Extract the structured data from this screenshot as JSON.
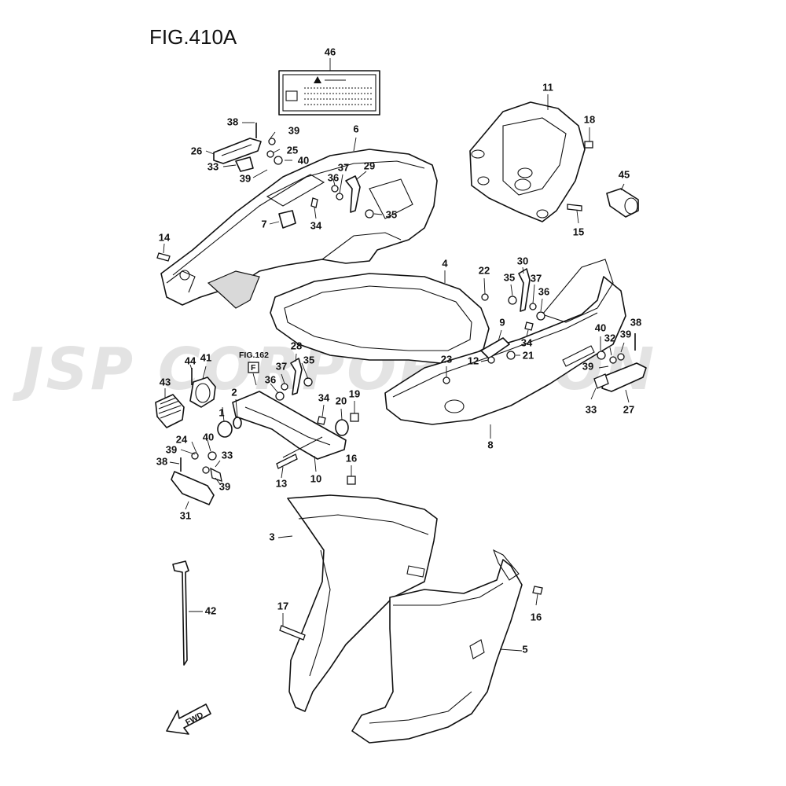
{
  "figure": {
    "title": "FIG.410A",
    "watermark": "JSP CORPORATION",
    "direction_label": "FWD",
    "reference": {
      "text": "FIG.162",
      "box": "F"
    }
  },
  "callouts": [
    {
      "id": "c1",
      "text": "1"
    },
    {
      "id": "c2",
      "text": "2"
    },
    {
      "id": "c3",
      "text": "3"
    },
    {
      "id": "c4",
      "text": "4"
    },
    {
      "id": "c5",
      "text": "5"
    },
    {
      "id": "c6",
      "text": "6"
    },
    {
      "id": "c7",
      "text": "7"
    },
    {
      "id": "c8",
      "text": "8"
    },
    {
      "id": "c9",
      "text": "9"
    },
    {
      "id": "c10",
      "text": "10"
    },
    {
      "id": "c11",
      "text": "11"
    },
    {
      "id": "c12",
      "text": "12"
    },
    {
      "id": "c13",
      "text": "13"
    },
    {
      "id": "c14",
      "text": "14"
    },
    {
      "id": "c15",
      "text": "15"
    },
    {
      "id": "c16a",
      "text": "16"
    },
    {
      "id": "c16b",
      "text": "16"
    },
    {
      "id": "c17",
      "text": "17"
    },
    {
      "id": "c18",
      "text": "18"
    },
    {
      "id": "c19",
      "text": "19"
    },
    {
      "id": "c20",
      "text": "20"
    },
    {
      "id": "c21",
      "text": "21"
    },
    {
      "id": "c22",
      "text": "22"
    },
    {
      "id": "c23",
      "text": "23"
    },
    {
      "id": "c24",
      "text": "24"
    },
    {
      "id": "c25",
      "text": "25"
    },
    {
      "id": "c26",
      "text": "26"
    },
    {
      "id": "c27",
      "text": "27"
    },
    {
      "id": "c28",
      "text": "28"
    },
    {
      "id": "c29",
      "text": "29"
    },
    {
      "id": "c30",
      "text": "30"
    },
    {
      "id": "c31",
      "text": "31"
    },
    {
      "id": "c32",
      "text": "32"
    },
    {
      "id": "c33a",
      "text": "33"
    },
    {
      "id": "c33b",
      "text": "33"
    },
    {
      "id": "c33c",
      "text": "33"
    },
    {
      "id": "c34a",
      "text": "34"
    },
    {
      "id": "c34b",
      "text": "34"
    },
    {
      "id": "c34c",
      "text": "34"
    },
    {
      "id": "c35a",
      "text": "35"
    },
    {
      "id": "c35b",
      "text": "35"
    },
    {
      "id": "c35c",
      "text": "35"
    },
    {
      "id": "c36a",
      "text": "36"
    },
    {
      "id": "c36b",
      "text": "36"
    },
    {
      "id": "c36c",
      "text": "36"
    },
    {
      "id": "c37a",
      "text": "37"
    },
    {
      "id": "c37b",
      "text": "37"
    },
    {
      "id": "c37c",
      "text": "37"
    },
    {
      "id": "c38a",
      "text": "38"
    },
    {
      "id": "c38b",
      "text": "38"
    },
    {
      "id": "c38c",
      "text": "38"
    },
    {
      "id": "c39a",
      "text": "39"
    },
    {
      "id": "c39b",
      "text": "39"
    },
    {
      "id": "c39c",
      "text": "39"
    },
    {
      "id": "c39d",
      "text": "39"
    },
    {
      "id": "c39e",
      "text": "39"
    },
    {
      "id": "c39f",
      "text": "39"
    },
    {
      "id": "c40a",
      "text": "40"
    },
    {
      "id": "c40b",
      "text": "40"
    },
    {
      "id": "c40c",
      "text": "40"
    },
    {
      "id": "c41",
      "text": "41"
    },
    {
      "id": "c42",
      "text": "42"
    },
    {
      "id": "c43",
      "text": "43"
    },
    {
      "id": "c44",
      "text": "44"
    },
    {
      "id": "c45",
      "text": "45"
    },
    {
      "id": "c46",
      "text": "46"
    }
  ]
}
